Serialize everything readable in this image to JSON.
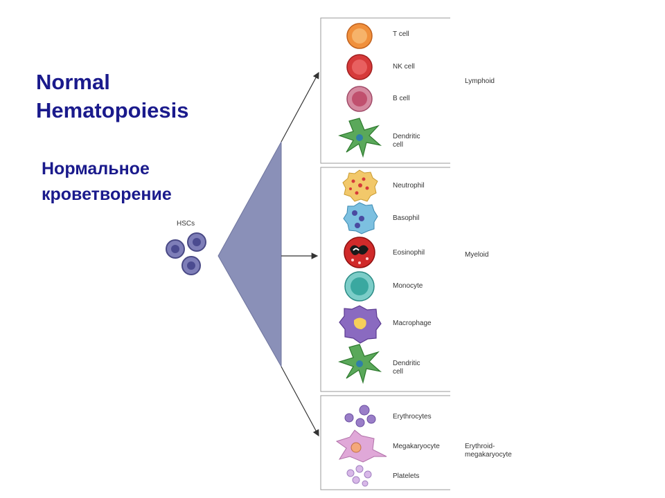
{
  "title": {
    "line1": "Normal",
    "line2": "Hematopoiesis"
  },
  "subtitle": {
    "line1": "Нормальное",
    "line2": "кроветворение"
  },
  "hsc": {
    "label": "HSCs"
  },
  "groups": {
    "lymphoid": {
      "label": "Lymphoid",
      "cells": [
        {
          "line1": "T cell"
        },
        {
          "line1": "NK cell"
        },
        {
          "line1": "B cell"
        },
        {
          "line1": "Dendritic",
          "line2": "cell"
        }
      ]
    },
    "myeloid": {
      "label": "Myeloid",
      "cells": [
        {
          "line1": "Neutrophil"
        },
        {
          "line1": "Basophil"
        },
        {
          "line1": "Eosinophil"
        },
        {
          "line1": "Monocyte"
        },
        {
          "line1": "Macrophage"
        },
        {
          "line1": "Dendritic",
          "line2": "cell"
        }
      ]
    },
    "erythroid": {
      "label_line1": "Erythroid-",
      "label_line2": "megakaryocyte",
      "cells": [
        {
          "line1": "Erythrocytes"
        },
        {
          "line1": "Megakaryocyte"
        },
        {
          "line1": "Platelets"
        }
      ]
    }
  },
  "colors": {
    "title": "#1a1a8c",
    "wedge": "#8a90b8",
    "hsc": "#7e7eb8",
    "t_cell": "#f0903c",
    "nk_cell": "#d63a3a",
    "b_cell": "#c0506e",
    "dendritic": "#5aa85a",
    "neutrophil": "#f2c86a",
    "basophil": "#7cc0e0",
    "eosinophil": "#d02a2a",
    "monocyte": "#3aa8a0",
    "macrophage": "#8a6ac0",
    "erythrocyte": "#9a7ec8",
    "megakaryocyte": "#e0a8d8"
  }
}
